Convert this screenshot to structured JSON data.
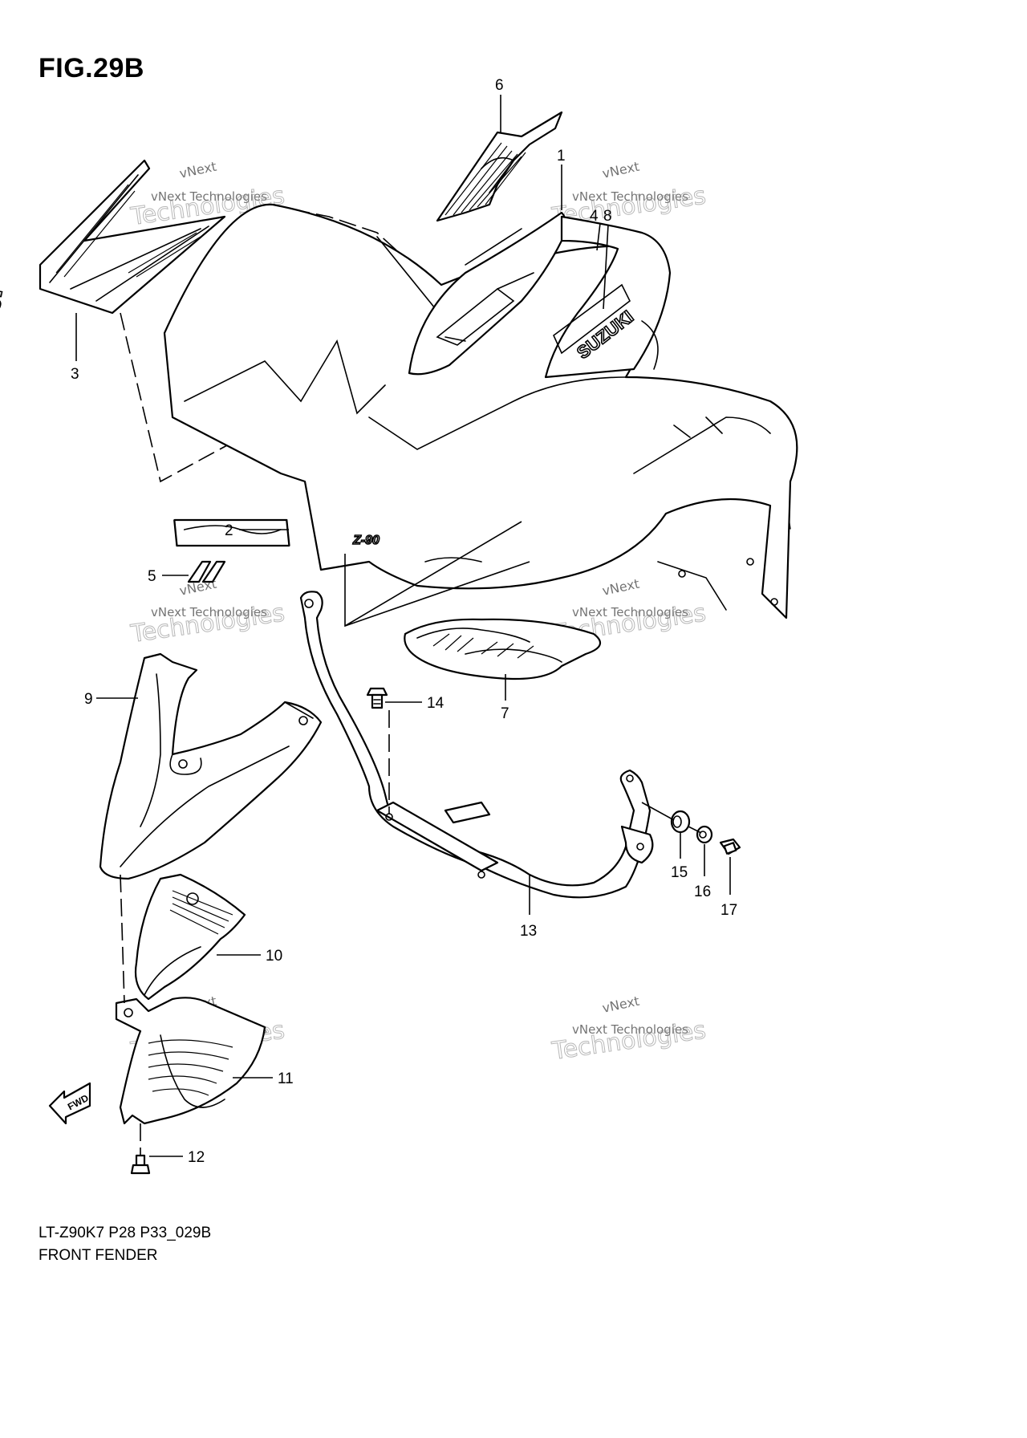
{
  "figure": {
    "title": "FIG.29B",
    "model_code": "LT-Z90K7 P28 P33_029B",
    "section_name": "FRONT FENDER"
  },
  "watermark": {
    "line1": "vNext",
    "line2": "vNext Technologies",
    "line3": "Technologies"
  },
  "decal_text": {
    "brand": "SUZUKI",
    "logo_letter": "S",
    "model_badge": "Z-90",
    "fwd_label": "FWD"
  },
  "callouts": [
    {
      "id": "1",
      "label": "1"
    },
    {
      "id": "2",
      "label": "2"
    },
    {
      "id": "3",
      "label": "3"
    },
    {
      "id": "4",
      "label": "4"
    },
    {
      "id": "5",
      "label": "5"
    },
    {
      "id": "6",
      "label": "6"
    },
    {
      "id": "7",
      "label": "7"
    },
    {
      "id": "8",
      "label": "8"
    },
    {
      "id": "9",
      "label": "9"
    },
    {
      "id": "10",
      "label": "10"
    },
    {
      "id": "11",
      "label": "11"
    },
    {
      "id": "12",
      "label": "12"
    },
    {
      "id": "13",
      "label": "13"
    },
    {
      "id": "14",
      "label": "14"
    },
    {
      "id": "15",
      "label": "15"
    },
    {
      "id": "16",
      "label": "16"
    },
    {
      "id": "17",
      "label": "17"
    }
  ]
}
